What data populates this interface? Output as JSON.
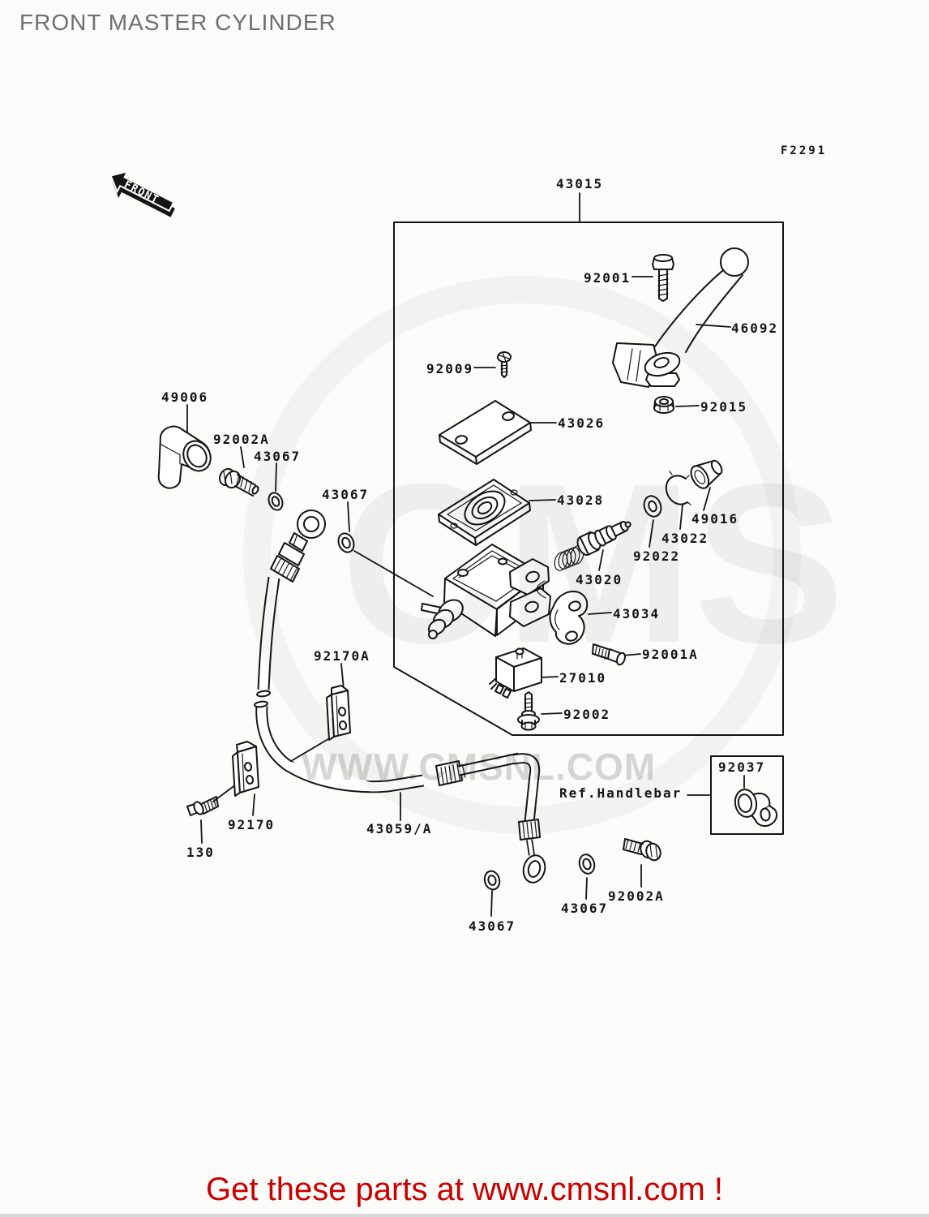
{
  "page": {
    "title": "FRONT MASTER CYLINDER",
    "figure_code": "F2291",
    "front_marker": "FRONT",
    "footer_text": "Get these parts at www.cmsnl.com !",
    "watermark_brand": "CMS",
    "watermark_url": "WWW.CMSNL.COM"
  },
  "callouts": [
    {
      "part": "43015"
    },
    {
      "part": "92001"
    },
    {
      "part": "46092"
    },
    {
      "part": "92009"
    },
    {
      "part": "92015"
    },
    {
      "part": "43026"
    },
    {
      "part": "43028"
    },
    {
      "part": "49016"
    },
    {
      "part": "43022"
    },
    {
      "part": "92022"
    },
    {
      "part": "43020"
    },
    {
      "part": "43034"
    },
    {
      "part": "92001A"
    },
    {
      "part": "27010"
    },
    {
      "part": "92002"
    },
    {
      "part": "49006"
    },
    {
      "part": "92002A"
    },
    {
      "part": "43067"
    },
    {
      "part": "43067"
    },
    {
      "part": "92170A"
    },
    {
      "part": "92170"
    },
    {
      "part": "130"
    },
    {
      "part": "43059/A"
    },
    {
      "part": "Ref.Handlebar"
    },
    {
      "part": "92037"
    },
    {
      "part": "92002A"
    },
    {
      "part": "43067"
    },
    {
      "part": "43067"
    }
  ]
}
